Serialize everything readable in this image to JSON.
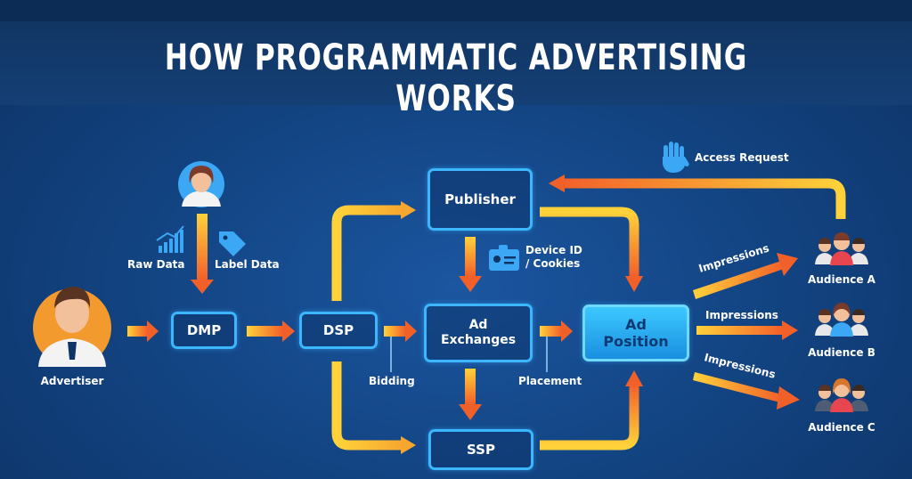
{
  "title": "HOW PROGRAMMATIC ADVERTISING WORKS",
  "nodes": {
    "dmp": "DMP",
    "dsp": "DSP",
    "publisher": "Publisher",
    "ad_exchanges": "Ad\nExchanges",
    "ssp": "SSP",
    "ad_position": "Ad\nPosition"
  },
  "labels": {
    "advertiser": "Advertiser",
    "raw_data": "Raw Data",
    "label_data": "Label Data",
    "bidding": "Bidding",
    "placement": "Placement",
    "device_id": "Device ID\n/ Cookies",
    "access_request": "Access Request",
    "impressions_a": "Impressions",
    "impressions_b": "Impressions",
    "impressions_c": "Impressions",
    "audience_a": "Audience A",
    "audience_b": "Audience B",
    "audience_c": "Audience C"
  },
  "colors": {
    "box_border": "#3bb6ff",
    "arrow_start": "#ffd23a",
    "arrow_end": "#f2602a",
    "icon_blue": "#3ba7f5"
  }
}
